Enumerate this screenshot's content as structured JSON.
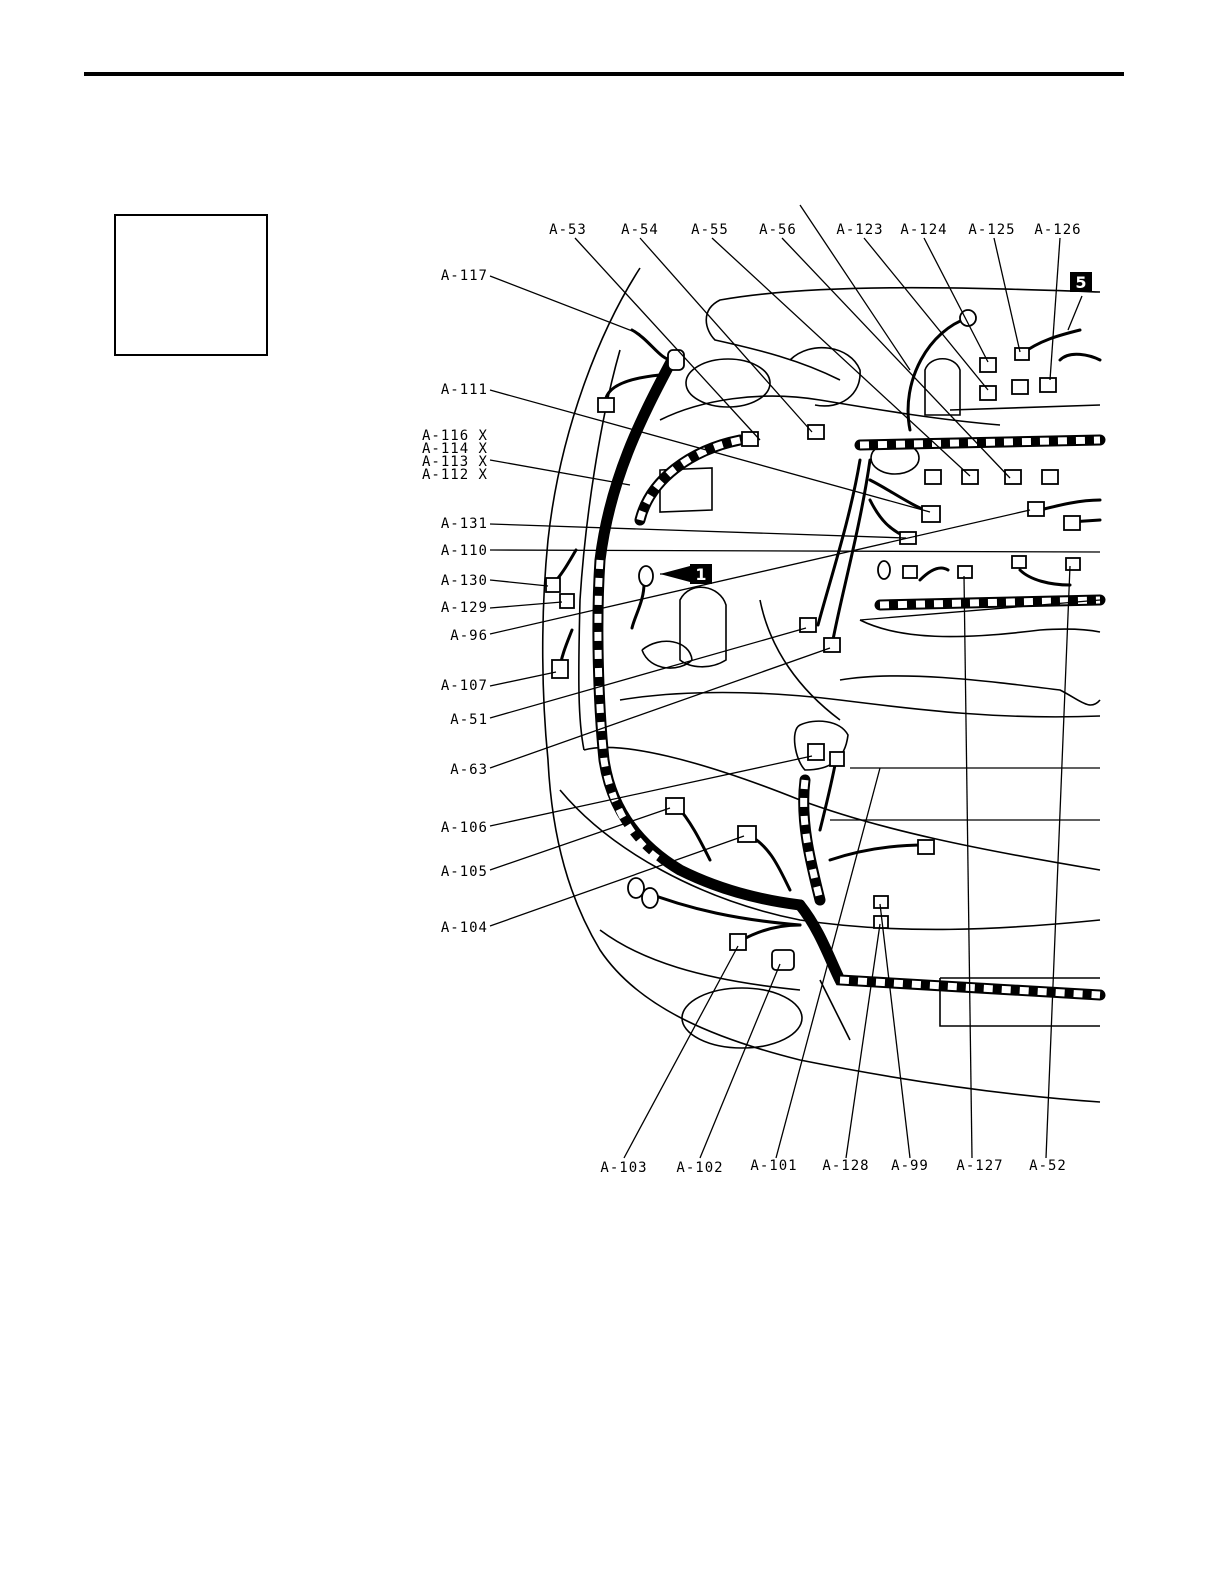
{
  "labels": {
    "top": [
      "A-53",
      "A-54",
      "A-55",
      "A-56",
      "A-123",
      "A-124",
      "A-125",
      "A-126"
    ],
    "left": [
      "A-117",
      "A-111",
      "A-116 X",
      "A-114 X",
      "A-113 X",
      "A-112 X",
      "A-131",
      "A-110",
      "A-130",
      "A-129",
      "A-96",
      "A-107",
      "A-51",
      "A-63",
      "A-106",
      "A-105",
      "A-104"
    ],
    "bottom": [
      "A-103",
      "A-102",
      "A-101",
      "A-128",
      "A-99",
      "A-127",
      "A-52"
    ]
  },
  "tags": [
    "5",
    "1"
  ]
}
